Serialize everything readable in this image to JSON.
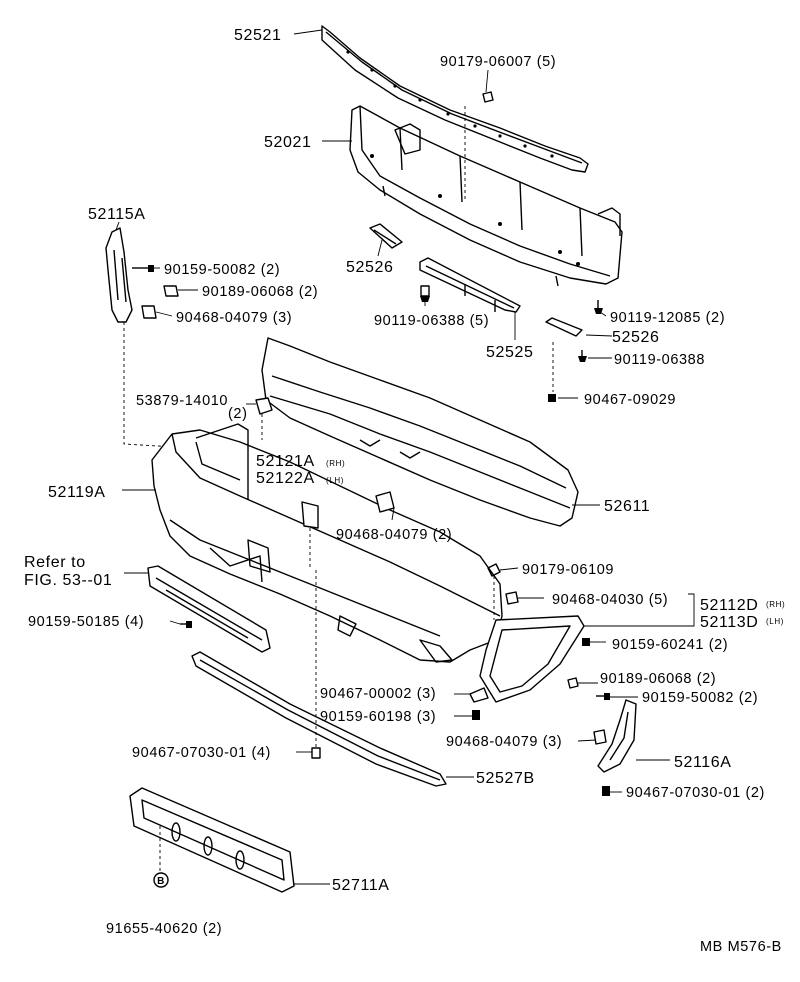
{
  "diagram": {
    "labels": {
      "p52521": "52521",
      "p90179_06007": "90179-06007 (5)",
      "p52021": "52021",
      "p52115A": "52115A",
      "p90159_50082a": "90159-50082 (2)",
      "p90189_06068a": "90189-06068 (2)",
      "p90468_04079a": "90468-04079 (3)",
      "p52526a": "52526",
      "p90119_06388a": "90119-06388 (5)",
      "p52525": "52525",
      "p90119_12085": "90119-12085 (2)",
      "p52526b": "52526",
      "p90119_06388b": "90119-06388",
      "p90467_09029": "90467-09029",
      "p53879_14010": "53879-14010",
      "p53879_qty": "(2)",
      "p52121A": "52121A",
      "p52121A_sub": "(RH)",
      "p52122A": "52122A",
      "p52122A_sub": "(LH)",
      "p52119A": "52119A",
      "p52611": "52611",
      "p90468_04079b": "90468-04079 (2)",
      "refer_to": "Refer to",
      "fig_53_01": "FIG. 53--01",
      "p90159_50185": "90159-50185 (4)",
      "p90179_06109": "90179-06109",
      "p90468_04030": "90468-04030 (5)",
      "p52112D": "52112D",
      "p52112D_sub": "(RH)",
      "p52113D": "52113D",
      "p52113D_sub": "(LH)",
      "p90159_60241": "90159-60241 (2)",
      "p90189_06068b": "90189-06068 (2)",
      "p90467_00002": "90467-00002 (3)",
      "p90159_50082b": "90159-50082 (2)",
      "p90159_60198": "90159-60198 (3)",
      "p90468_04079c": "90468-04079 (3)",
      "p52116A": "52116A",
      "p90467_07030a": "90467-07030-01 (4)",
      "p52527B": "52527B",
      "p90467_07030b": "90467-07030-01 (2)",
      "p52711A": "52711A",
      "b_marker": "B",
      "p91655_40620": "91655-40620 (2)",
      "drawing_code": "MB M576-B"
    }
  }
}
